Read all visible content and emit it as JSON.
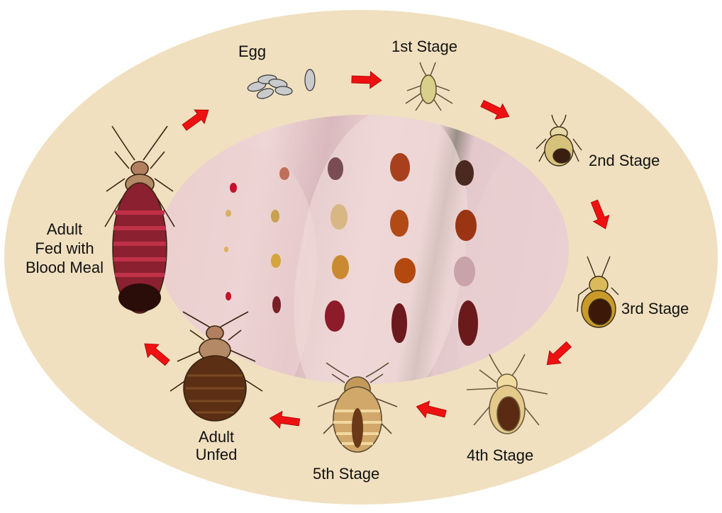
{
  "colors": {
    "outer_ring": "#f1e0c0",
    "background": "#ffffff",
    "arrow": "#ee1111",
    "skin": "#e8cfcf",
    "text": "#111111"
  },
  "stages": [
    {
      "id": "egg",
      "label": "Egg"
    },
    {
      "id": "first",
      "label": "1st Stage"
    },
    {
      "id": "second",
      "label": "2nd Stage"
    },
    {
      "id": "third",
      "label": "3rd Stage"
    },
    {
      "id": "fourth",
      "label": "4th Stage"
    },
    {
      "id": "fifth",
      "label": "5th Stage"
    },
    {
      "id": "adult_unfed",
      "label_lines": [
        "Adult",
        "Unfed"
      ]
    },
    {
      "id": "adult_fed",
      "label_lines": [
        "Adult",
        "Fed with",
        "Blood Meal"
      ]
    }
  ],
  "center_photo": {
    "description": "bed bugs of all life stages on fingertips",
    "grid_columns": 6,
    "grid_rows": 4
  },
  "arrows": [
    {
      "from": "egg",
      "to": "first"
    },
    {
      "from": "first",
      "to": "second"
    },
    {
      "from": "second",
      "to": "third"
    },
    {
      "from": "third",
      "to": "fourth"
    },
    {
      "from": "fourth",
      "to": "fifth"
    },
    {
      "from": "fifth",
      "to": "adult_unfed"
    },
    {
      "from": "adult_unfed",
      "to": "adult_fed"
    },
    {
      "from": "adult_fed",
      "to": "egg"
    }
  ]
}
